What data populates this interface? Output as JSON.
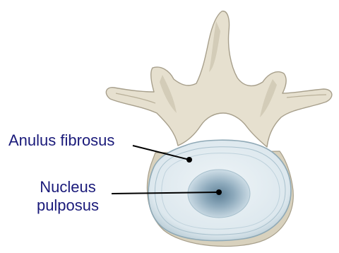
{
  "labels": {
    "anulus": "Anulus fibrosus",
    "nucleus_line1": "Nucleus",
    "nucleus_line2": "pulposus"
  },
  "colors": {
    "bone_fill": "#e7e2d2",
    "bone_shadow": "#cfc7b2",
    "bone_stroke": "#a79f8b",
    "disc_outer": "#b9cfd9",
    "disc_ring": "#dbe7ee",
    "nucleus_center": "#6a8aa0",
    "nucleus_edge": "#c9dbe5",
    "label_color": "#1a1a7a",
    "leader_color": "#000000"
  }
}
